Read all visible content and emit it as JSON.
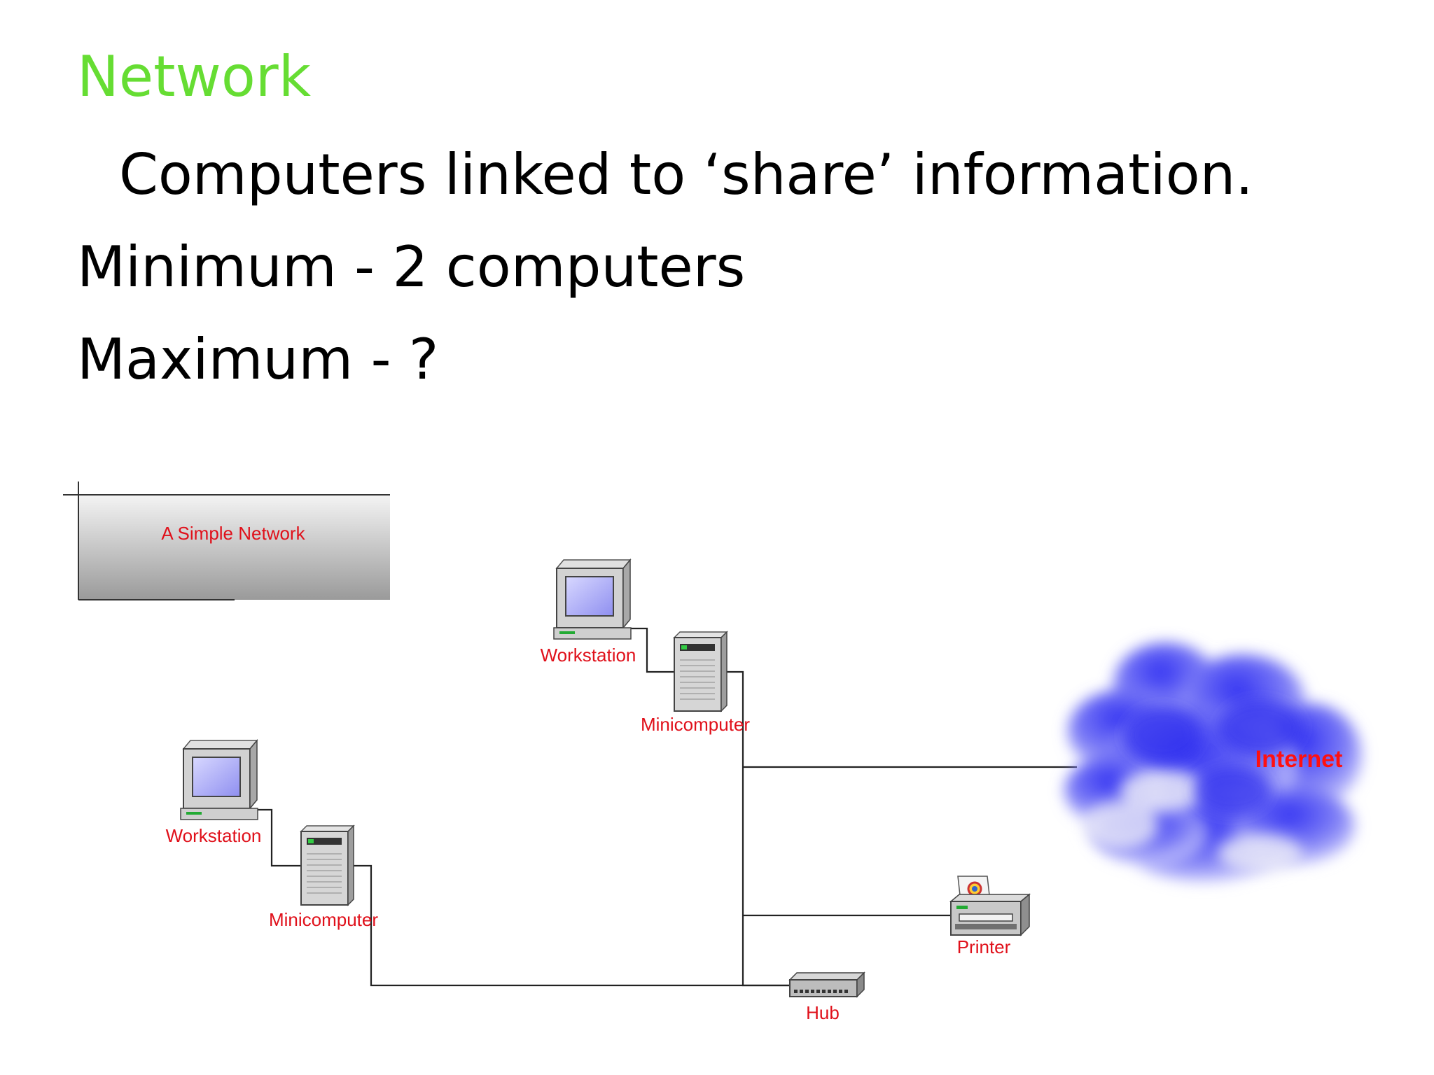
{
  "slide": {
    "title": "Network",
    "bullets": [
      "Computers linked to ‘share’ information.",
      "Minimum - 2 computers",
      "Maximum - ?"
    ]
  },
  "diagram": {
    "caption": "A Simple Network",
    "nodes": {
      "workstation_top": "Workstation",
      "minicomputer_top": "Minicomputer",
      "workstation_left": "Workstation",
      "minicomputer_left": "Minicomputer",
      "printer": "Printer",
      "hub": "Hub",
      "internet": "Internet"
    },
    "colors": {
      "title": "#66dd33",
      "node_label": "#e0101a",
      "cloud": "#6f6ff5"
    },
    "icons": [
      "workstation-icon",
      "minicomputer-icon",
      "printer-icon",
      "hub-icon",
      "cloud-icon"
    ]
  }
}
